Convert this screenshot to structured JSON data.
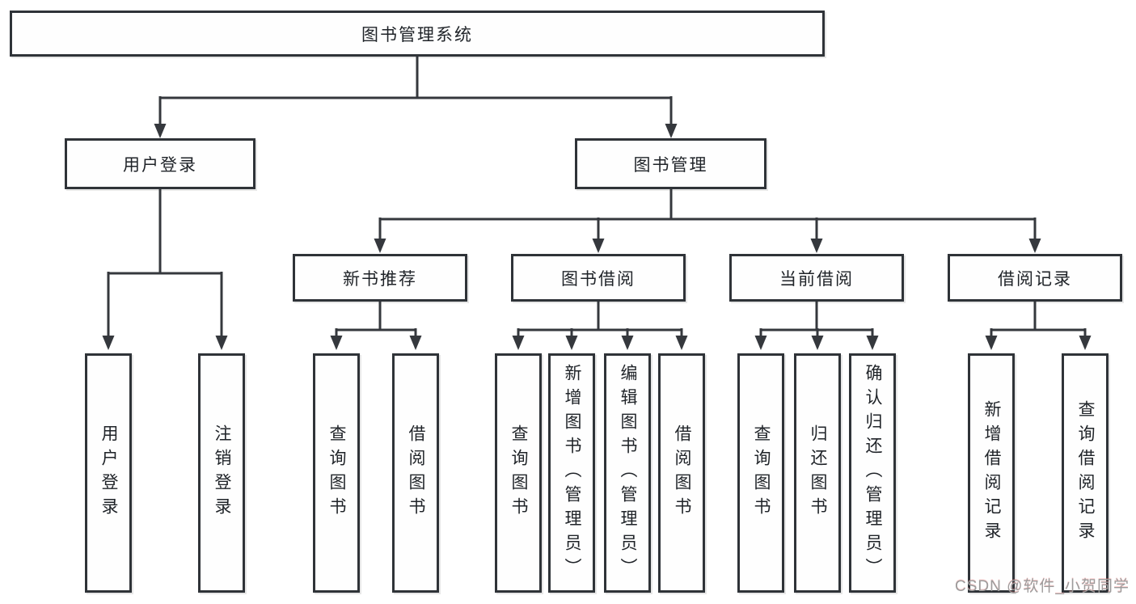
{
  "diagram": {
    "watermark": "CSDN @软件_小贺同学",
    "tree": {
      "root": {
        "label": "图书管理系统"
      },
      "branches": [
        {
          "label": "用户登录",
          "children": [
            {
              "label": "用户登录"
            },
            {
              "label": "注销登录"
            }
          ]
        },
        {
          "label": "图书管理",
          "children": [
            {
              "label": "新书推荐",
              "children": [
                {
                  "label": "查询图书"
                },
                {
                  "label": "借阅图书"
                }
              ]
            },
            {
              "label": "图书借阅",
              "children": [
                {
                  "label": "查询图书"
                },
                {
                  "label": "新增图书（管理员）"
                },
                {
                  "label": "编辑图书（管理员）"
                },
                {
                  "label": "借阅图书"
                }
              ]
            },
            {
              "label": "当前借阅",
              "children": [
                {
                  "label": "查询图书"
                },
                {
                  "label": "归还图书"
                },
                {
                  "label": "确认归还（管理员）"
                }
              ]
            },
            {
              "label": "借阅记录",
              "children": [
                {
                  "label": "新增借阅记录"
                },
                {
                  "label": "查询借阅记录"
                }
              ]
            }
          ]
        }
      ]
    }
  }
}
